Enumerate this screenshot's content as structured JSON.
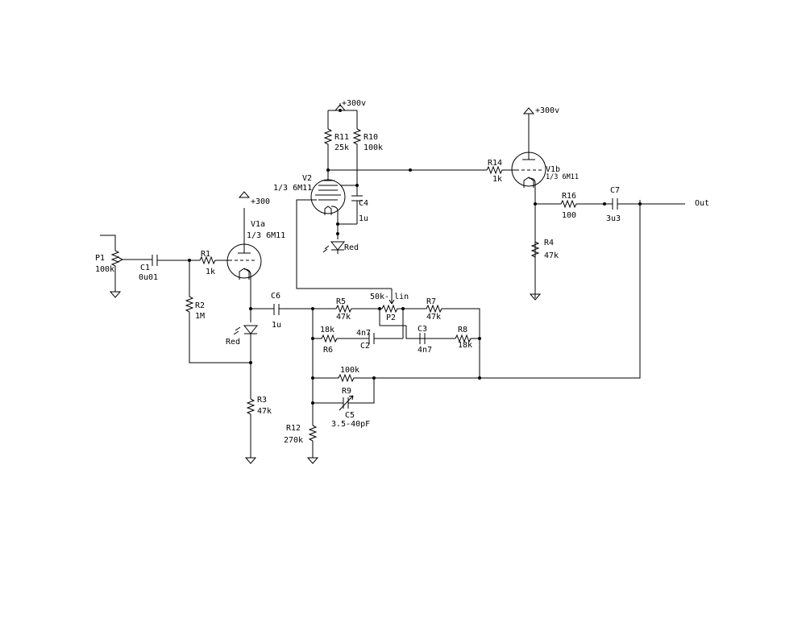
{
  "labels": {
    "v1a_name": "V1a",
    "v1a_type": "1/3 6M11",
    "v1a_supply": "+300",
    "v2_name": "V2",
    "v2_type": "1/3 6M11",
    "v2_supply": "+300v",
    "v1b_name": "V1b",
    "v1b_type": "1/3 6M11",
    "v1b_supply": "+300v",
    "p1_name": "P1",
    "p1_value": "100k",
    "c1_name": "C1",
    "c1_value": "0u01",
    "r1_name": "R1",
    "r1_value": "1k",
    "r2_name": "R2",
    "r2_value": "1M",
    "led1_label": "Red",
    "r3_name": "R3",
    "r3_value": "47k",
    "c6_name": "C6",
    "c6_value": "1u",
    "r11_name": "R11",
    "r11_value": "25k",
    "r10_name": "R10",
    "r10_value": "100k",
    "c4_name": "C4",
    "c4_value": "1u",
    "led2_label": "Red",
    "r5_name": "R5",
    "r5_value": "47k",
    "p2_name": "P2",
    "p2_value": "50k- lin",
    "r7_name": "R7",
    "r7_value": "47k",
    "r6_name": "R6",
    "r6_value": "18k",
    "c2_name": "C2",
    "c2_value": "4n7",
    "c3_name": "C3",
    "c3_value": "4n7",
    "r8_name": "R8",
    "r8_value": "18k",
    "r9_name": "R9",
    "r9_value": "100k",
    "c5_name": "C5",
    "c5_value": "3.5-40pF",
    "r12_name": "R12",
    "r12_value": "270k",
    "r14_name": "R14",
    "r14_value": "1k",
    "r16_name": "R16",
    "r16_value": "100",
    "c7_name": "C7",
    "c7_value": "3u3",
    "r4_name": "R4",
    "r4_value": "47k",
    "out_label": "Out"
  }
}
